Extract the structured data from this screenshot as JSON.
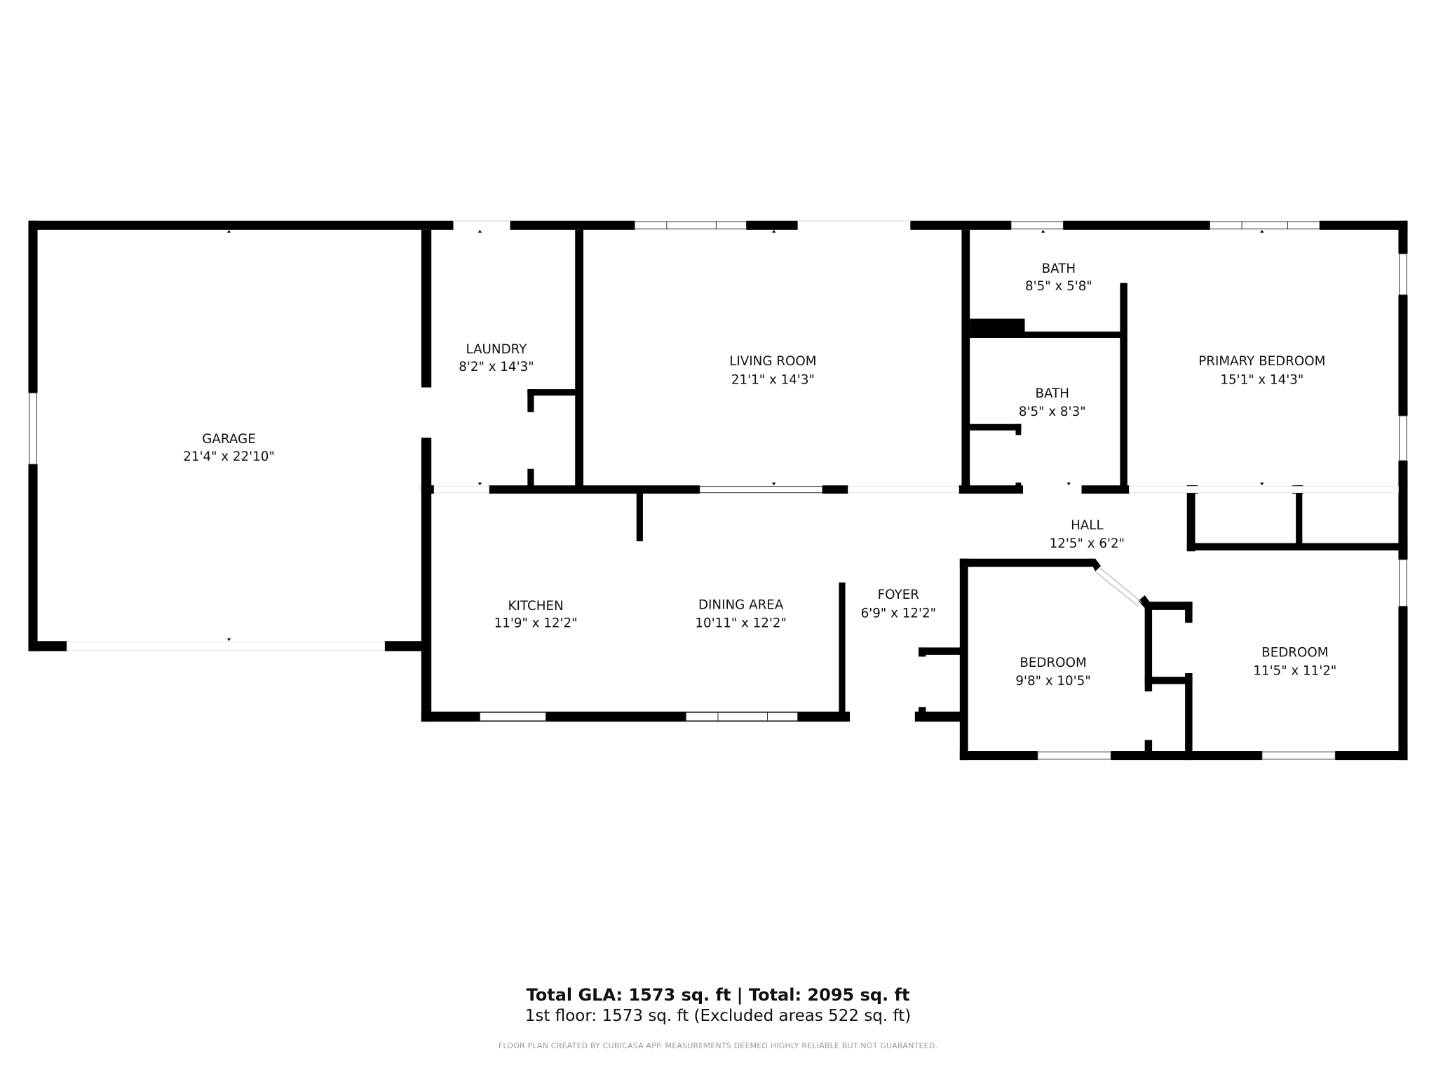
{
  "rooms": {
    "garage": {
      "name": "GARAGE",
      "dims": "21'4\" x 22'10\""
    },
    "laundry": {
      "name": "LAUNDRY",
      "dims": "8'2\" x 14'3\""
    },
    "living_room": {
      "name": "LIVING ROOM",
      "dims": "21'1\" x 14'3\""
    },
    "bath_upper": {
      "name": "BATH",
      "dims": "8'5\" x 5'8\""
    },
    "bath_lower": {
      "name": "BATH",
      "dims": "8'5\" x 8'3\""
    },
    "primary_bedroom": {
      "name": "PRIMARY BEDROOM",
      "dims": "15'1\" x 14'3\""
    },
    "hall": {
      "name": "HALL",
      "dims": "12'5\" x 6'2\""
    },
    "kitchen": {
      "name": "KITCHEN",
      "dims": "11'9\" x 12'2\""
    },
    "dining_area": {
      "name": "DINING AREA",
      "dims": "10'11\" x 12'2\""
    },
    "foyer": {
      "name": "FOYER",
      "dims": "6'9\" x 12'2\""
    },
    "bedroom_left": {
      "name": "BEDROOM",
      "dims": "9'8\" x 10'5\""
    },
    "bedroom_right": {
      "name": "BEDROOM",
      "dims": "11'5\" x 11'2\""
    }
  },
  "summary": {
    "totals": "Total GLA: 1573 sq. ft | Total: 2095 sq. ft",
    "floor": "1st floor: 1573 sq. ft (Excluded areas 522 sq. ft)",
    "disclaimer": "FLOOR PLAN CREATED BY CUBICASA APP. MEASUREMENTS DEEMED HIGHLY RELIABLE BUT NOT GUARANTEED."
  },
  "colors": {
    "wall": "#000000",
    "background": "#ffffff",
    "disclaimer": "#9a9a9a"
  }
}
